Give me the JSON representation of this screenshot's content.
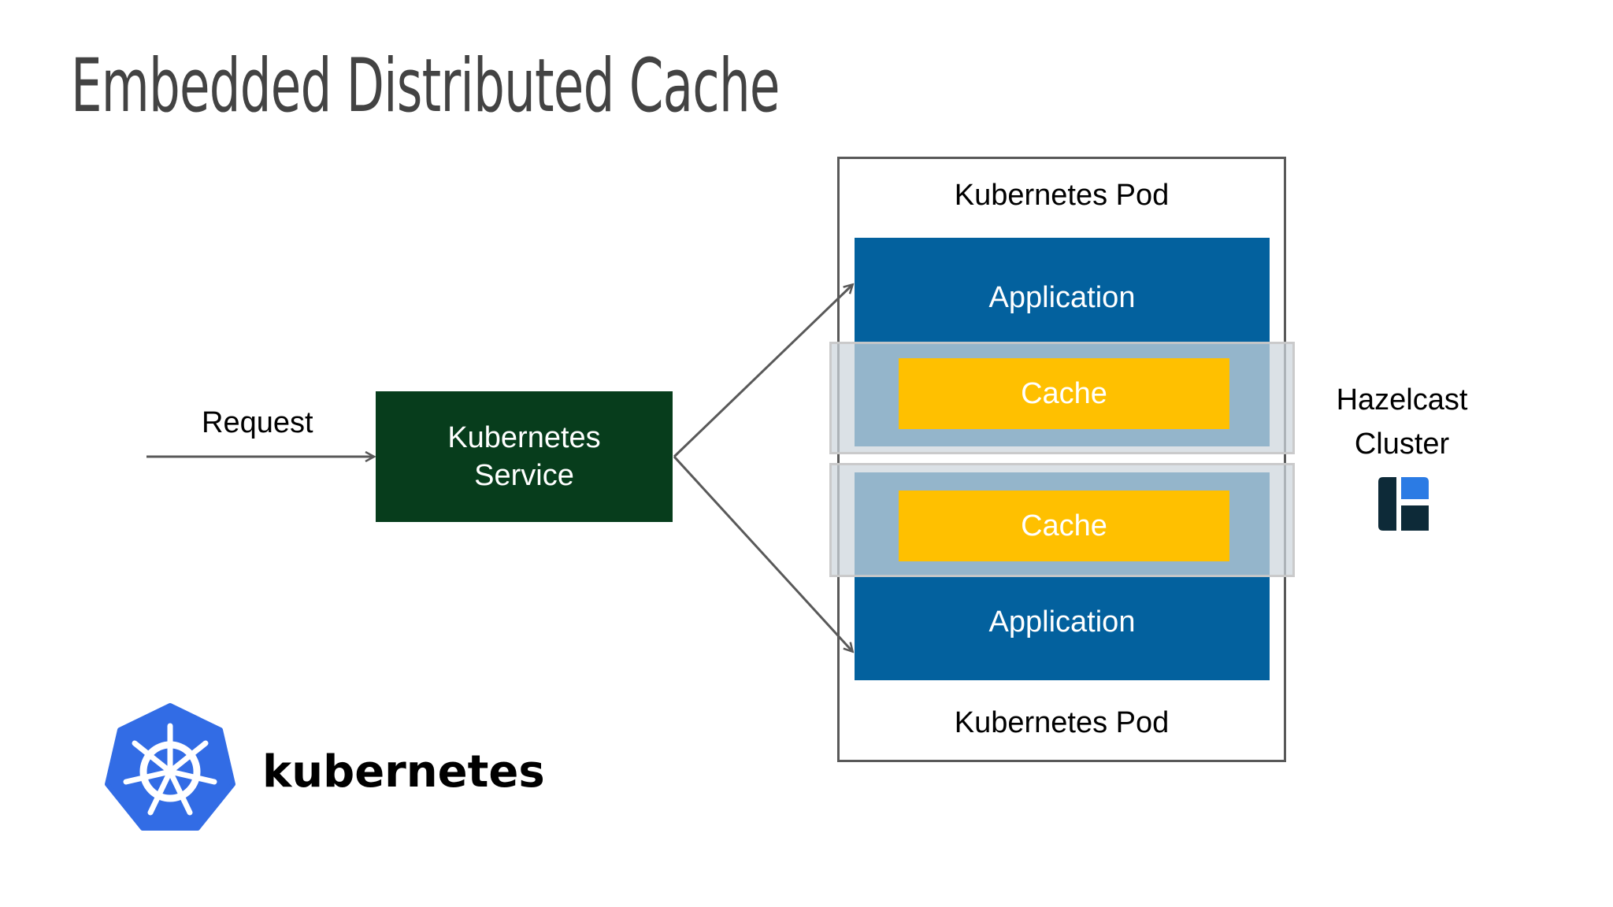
{
  "title": "Embedded Distributed Cache",
  "request_label": "Request",
  "service": {
    "line1": "Kubernetes",
    "line2": "Service"
  },
  "pods": [
    {
      "label": "Kubernetes Pod",
      "application": "Application",
      "cache": "Cache"
    },
    {
      "label": "Kubernetes Pod",
      "application": "Application",
      "cache": "Cache"
    }
  ],
  "hazelcast": {
    "line1": "Hazelcast",
    "line2": "Cluster",
    "logo_icon": "hazelcast-logo-icon"
  },
  "kubernetes_logo": {
    "wordmark": "kubernetes",
    "icon": "kubernetes-helm-wheel-icon"
  },
  "colors": {
    "title": "#434343",
    "service_fill": "#073d1c",
    "application_fill": "#03619e",
    "cache_fill": "#ffc000",
    "cache_band": "#cdd6dc",
    "pod_border": "#595959",
    "arrow": "#595959",
    "k8s_blue": "#326ce5",
    "hazelcast_dark": "#0d2a38",
    "hazelcast_blue": "#2b7be4"
  }
}
